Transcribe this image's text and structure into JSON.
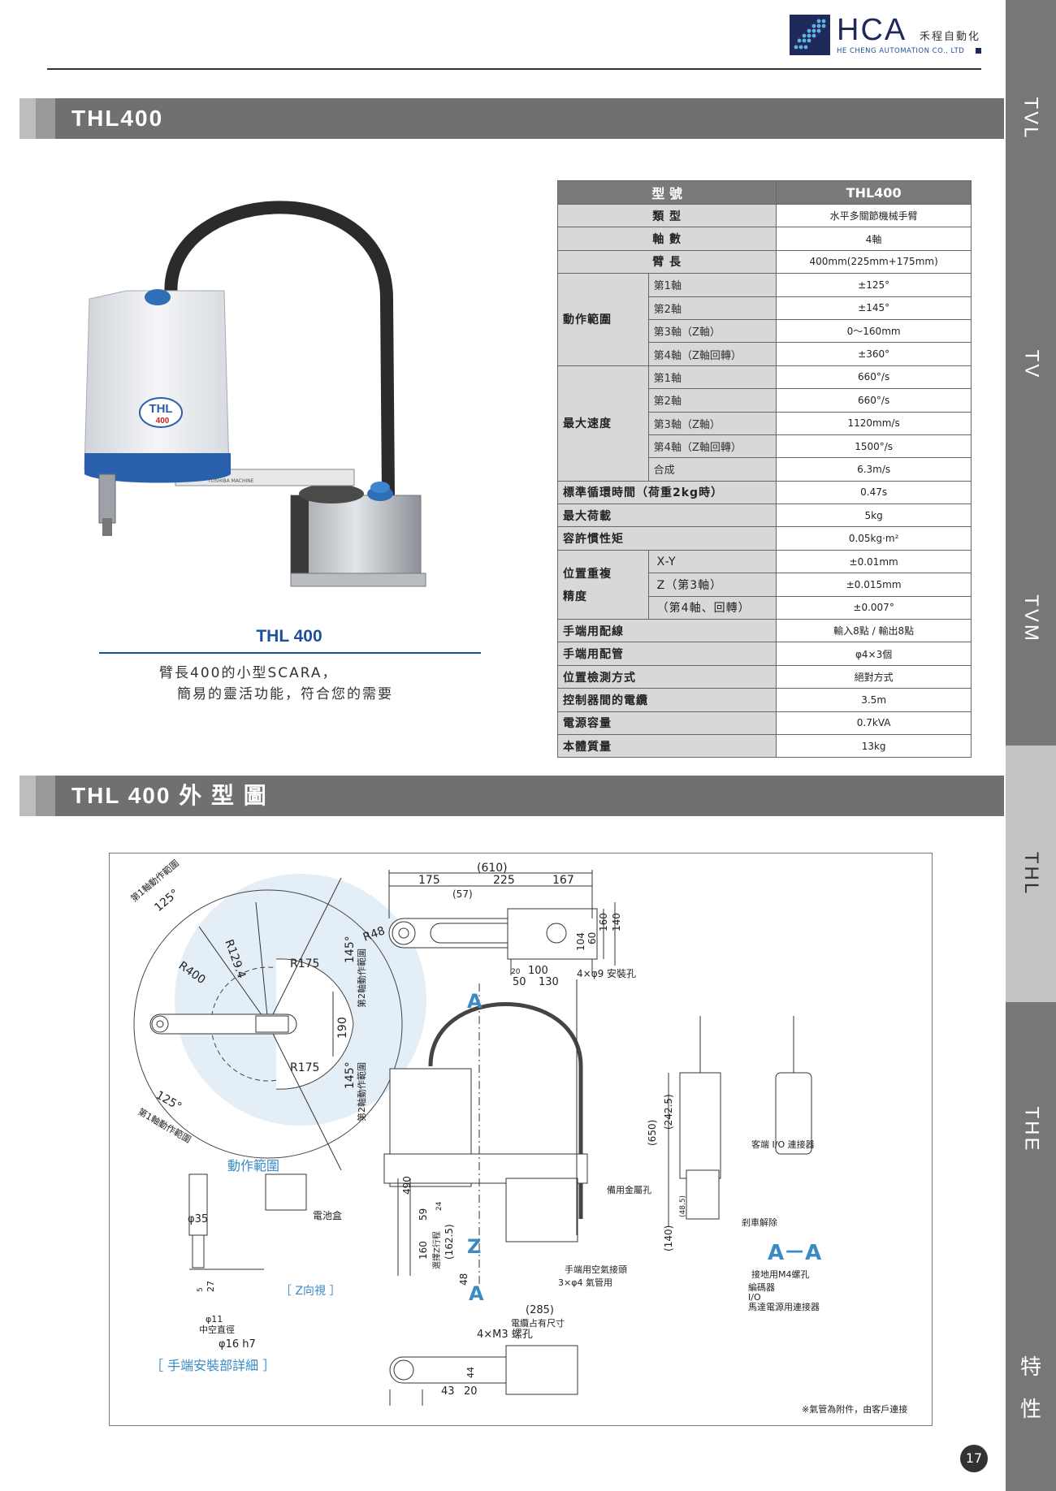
{
  "header": {
    "brand": "HCA",
    "brand_cn": "禾程自動化",
    "brand_en": "HE CHENG AUTOMATION CO., LTD"
  },
  "side_tabs": [
    "TVL",
    "TV",
    "TVM",
    "THL",
    "THE"
  ],
  "side_tab_active": "THL",
  "side_tab_features": [
    "特",
    "性"
  ],
  "section1_title": "THL400",
  "product": {
    "name": "THL 400",
    "desc_line1": "臂長400的小型SCARA，",
    "desc_line2": "簡易的靈活功能，符合您的需要",
    "logo_text_top": "THL",
    "logo_text_bottom": "400",
    "arm_label": "TOSHIBA MACHINE"
  },
  "spec": {
    "header_left": "型  號",
    "header_right": "THL400",
    "rows": {
      "type_label": "類 型",
      "type_value": "水平多關節機械手臂",
      "axes_label": "軸 數",
      "axes_value": "4軸",
      "arm_label": "臂 長",
      "arm_value": "400mm(225mm+175mm)",
      "range_group": "動作範圍",
      "range": [
        {
          "label": "第1軸",
          "value": "±125°"
        },
        {
          "label": "第2軸",
          "value": "±145°"
        },
        {
          "label": "第3軸（Z軸）",
          "value": "0～160mm"
        },
        {
          "label": "第4軸（Z軸回轉）",
          "value": "±360°"
        }
      ],
      "speed_group": "最大速度",
      "speed": [
        {
          "label": "第1軸",
          "value": "660°/s"
        },
        {
          "label": "第2軸",
          "value": "660°/s"
        },
        {
          "label": "第3軸（Z軸）",
          "value": "1120mm/s"
        },
        {
          "label": "第4軸（Z軸回轉）",
          "value": "1500°/s"
        },
        {
          "label": "合成",
          "value": "6.3m/s"
        }
      ],
      "cycle_label": "標準循環時間（荷重2kg時）",
      "cycle_value": "0.47s",
      "payload_label": "最大荷載",
      "payload_value": "5kg",
      "inertia_label": "容許慣性矩",
      "inertia_value": "0.05kg·m²",
      "repeat_group_1": "位置重複",
      "repeat_group_2": "精度",
      "repeat": [
        {
          "label": "X-Y",
          "value": "±0.01mm"
        },
        {
          "label": "Z（第3軸）",
          "value": "±0.015mm"
        },
        {
          "label": "（第4軸、回轉）",
          "value": "±0.007°"
        }
      ],
      "wiring_label": "手端用配線",
      "wiring_value": "輸入8點 / 輸出8點",
      "piping_label": "手端用配管",
      "piping_value": "φ4×3個",
      "detect_label": "位置檢測方式",
      "detect_value": "絕對方式",
      "cable_label": "控制器間的電纜",
      "cable_value": "3.5m",
      "power_label": "電源容量",
      "power_value": "0.7kVA",
      "mass_label": "本體質量",
      "mass_value": "13kg"
    }
  },
  "section2_title": "THL 400 外 型 圖",
  "drawing": {
    "range1_top": "第1軸動作範圍",
    "range1_top_deg": "125°",
    "range1_bot": "第1軸動作範圍",
    "range1_bot_deg": "125°",
    "range2_top": "第2軸動作範圍",
    "range2_top_deg": "145°",
    "range2_bot": "第2軸動作範圍",
    "range2_bot_deg": "145°",
    "r400": "R400",
    "r1294": "R129.4",
    "r175a": "R175",
    "r175b": "R175",
    "d190": "190",
    "motion_range": "動作範圍",
    "d610": "(610)",
    "d175": "175",
    "d225": "225",
    "d167": "167",
    "d57": "(57)",
    "r48": "R48",
    "d104": "104",
    "d60": "60",
    "d160a": "160",
    "d140a": "140",
    "d20": "20",
    "d100": "100",
    "d50": "50",
    "d130": "130",
    "holes": "4×φ9 安裝孔",
    "section_a": "A",
    "d650": "(650)",
    "d490": "490",
    "d59": "59",
    "d24": "24",
    "d160b": "160",
    "z_stroke": "選擇Z行程",
    "d1625": "(162.5)",
    "d48": "48",
    "z_label": "Z",
    "d285": "(285)",
    "cable_space": "電纜占有尺寸",
    "air_joint": "手端用空氣接頭",
    "air_tube": "3×φ4 氣管用",
    "d2425": "(242.5)",
    "d140b": "(140)",
    "d485": "(48.5)",
    "spare_hole": "備用金屬孔",
    "brake": "剎車解除",
    "ground": "接地用M4螺孔",
    "encoder": "編碼器",
    "io": "I/O",
    "motor_conn": "馬達電源用連接器",
    "client_io": "客端 I/O 連接器",
    "aa": "A－A",
    "phi35": "φ35",
    "d27": "27",
    "d5": "5",
    "phi11": "φ11",
    "shaft_dia": "中空直徑",
    "phi16": "φ16 h7",
    "hand_detail": "［ 手端安裝部詳細 ］",
    "battery": "電池盒",
    "z_view": "［ Z向視 ］",
    "m3": "4×M3 螺孔",
    "d43": "43",
    "d20b": "20",
    "d44": "44",
    "note": "※氣管為附件，由客戶連接"
  },
  "page_number": "17"
}
